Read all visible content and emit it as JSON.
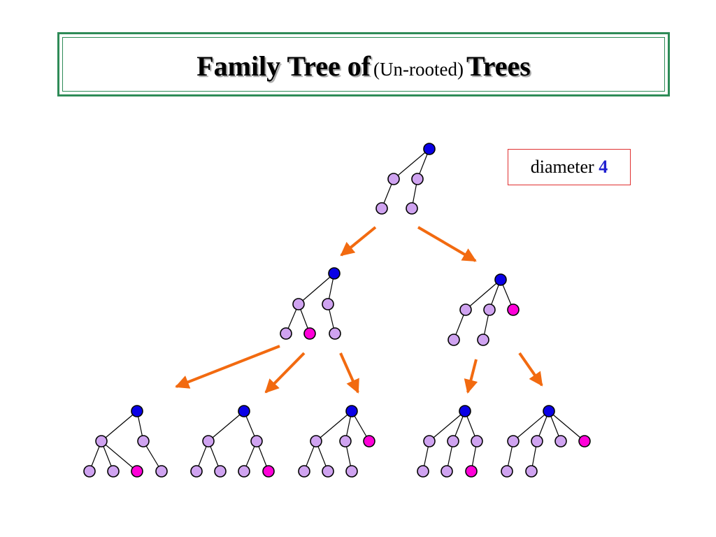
{
  "title": {
    "part1": "Family Tree of",
    "part2": "(Un-rooted)",
    "part3": "Trees"
  },
  "legend": {
    "label": "diameter",
    "value": "4"
  },
  "colors": {
    "root": "#0a00e6",
    "node": "#cfa3f0",
    "new_node": "#ff00d8",
    "edge": "#000000",
    "arrow": "#f26a10",
    "title_border": "#2e8b57",
    "diameter_border": "#e03030",
    "diameter_value": "#2020d0"
  }
}
